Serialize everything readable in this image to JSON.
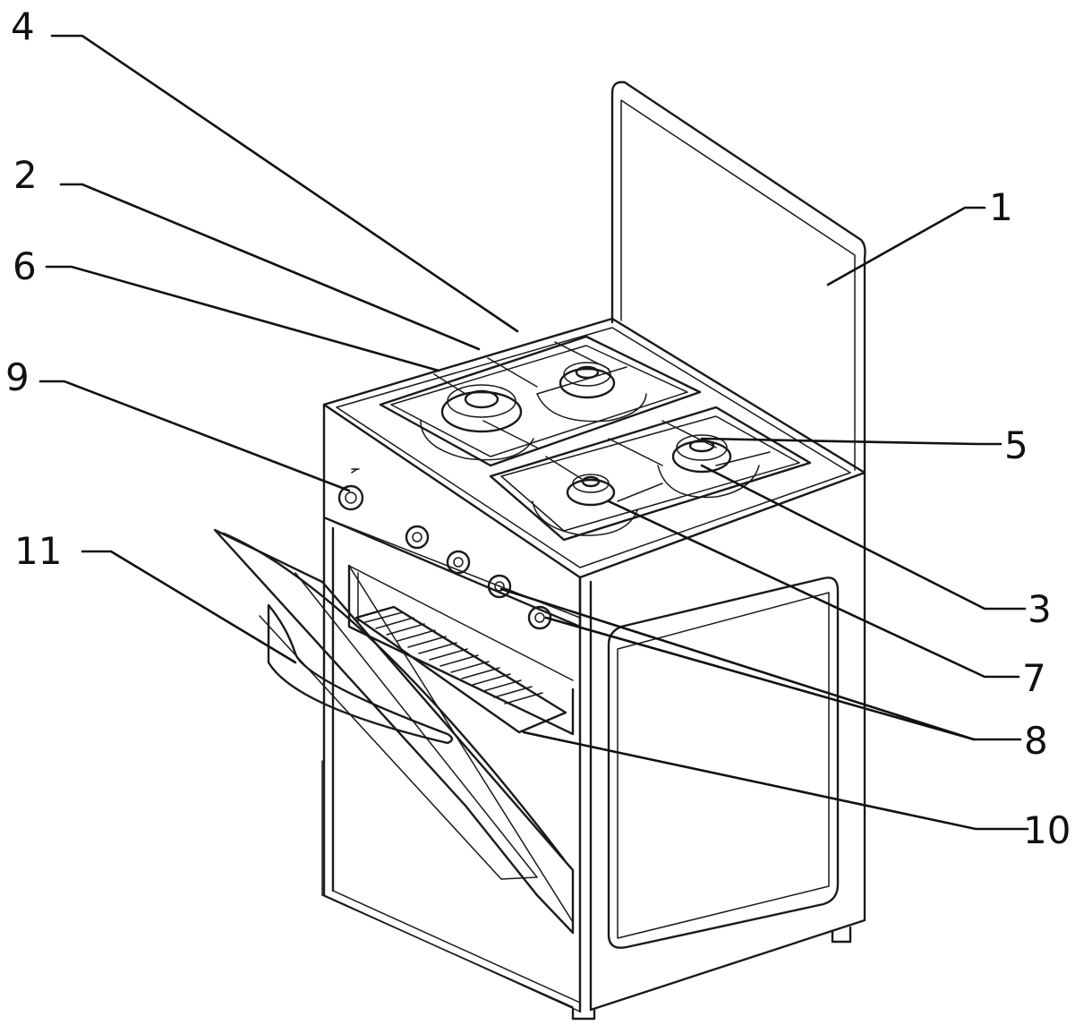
{
  "diagram": {
    "callouts": [
      {
        "id": "1",
        "label": "1",
        "part": "lid"
      },
      {
        "id": "2",
        "label": "2",
        "part": "rear-left-pan-support"
      },
      {
        "id": "3",
        "label": "3",
        "part": "front-right-pan-support"
      },
      {
        "id": "4",
        "label": "4",
        "part": "rear-right-pan-support"
      },
      {
        "id": "5",
        "label": "5",
        "part": "front-right-burner"
      },
      {
        "id": "6",
        "label": "6",
        "part": "rear-left-burner"
      },
      {
        "id": "7",
        "label": "7",
        "part": "front-left-burner"
      },
      {
        "id": "8",
        "label": "8",
        "part": "control-knobs"
      },
      {
        "id": "9",
        "label": "9",
        "part": "oven-knob"
      },
      {
        "id": "10",
        "label": "10",
        "part": "oven-tray"
      },
      {
        "id": "11",
        "label": "11",
        "part": "oven-door"
      }
    ]
  }
}
